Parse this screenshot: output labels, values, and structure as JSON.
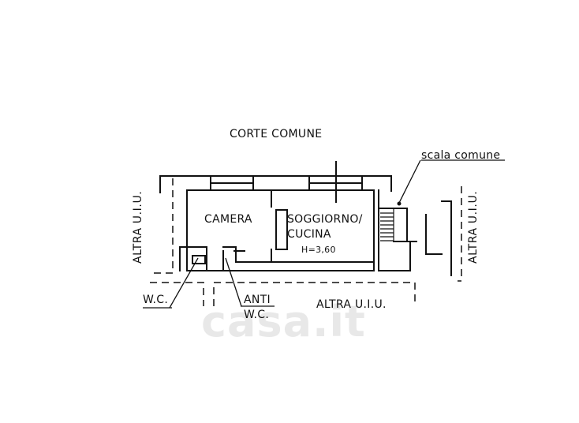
{
  "labels": {
    "corte": "CORTE COMUNE",
    "scala": "scala comune",
    "camera": "CAMERA",
    "soggiorno": "SOGGIORNO/",
    "cucina": "CUCINA",
    "altezza": "H=3,60",
    "wc": "W.C.",
    "anti": "ANTI",
    "anti_wc": "W.C.",
    "altra_bottom": "ALTRA U.I.U.",
    "altra_left": "ALTRA U.I.U.",
    "altra_right": "ALTRA U.I.U."
  },
  "watermark": "casa.it"
}
